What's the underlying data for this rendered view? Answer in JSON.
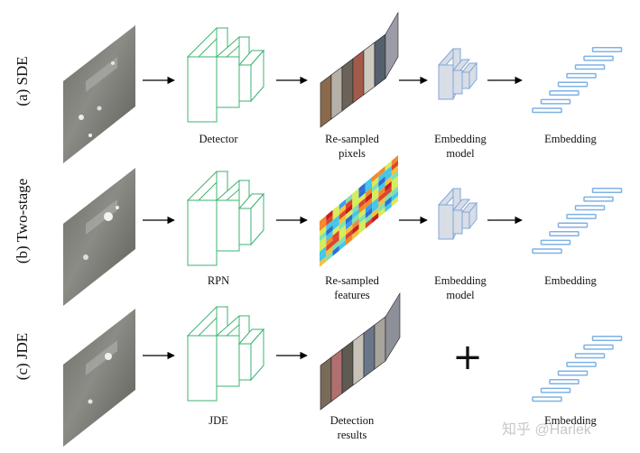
{
  "rows": [
    {
      "label": "(a) SDE",
      "caption1": "Detector",
      "caption2a": "Re-sampled",
      "caption2b": "pixels",
      "caption3a": "Embedding",
      "caption3b": "model",
      "caption4": "Embedding"
    },
    {
      "label": "(b) Two-stage",
      "caption1": "RPN",
      "caption2a": "Re-sampled",
      "caption2b": "features",
      "caption3a": "Embedding",
      "caption3b": "model",
      "caption4": "Embedding"
    },
    {
      "label": "(c) JDE",
      "caption1": "JDE",
      "caption2a": "Detection",
      "caption2b": "results",
      "caption3": "+",
      "caption4": "Embedding"
    }
  ],
  "watermark": "知乎 @Harlek",
  "colors": {
    "network_outline": "#3cb371",
    "network_fill": "#ffffff",
    "embed_model_fill": "#d8dde6",
    "embed_model_outline": "#7fa7d9",
    "embedding_bar": "#7fb2e5",
    "arrow": "#000000"
  }
}
